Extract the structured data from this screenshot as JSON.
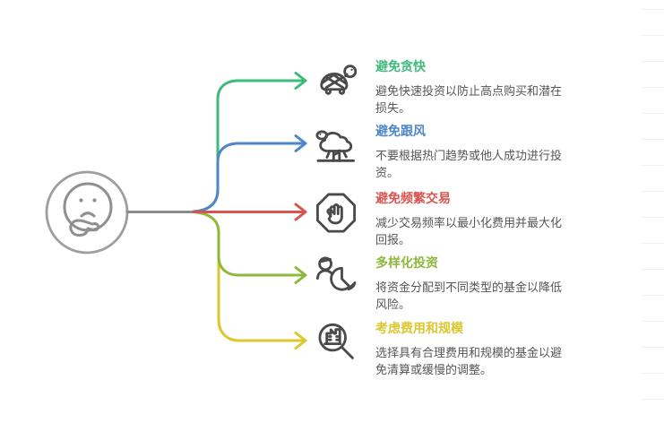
{
  "diagram": {
    "center": {
      "icon": "thinking-face"
    },
    "colors": {
      "stem": "#8c8c8c",
      "node_ring": "#9e9e9e",
      "face": "#8f8f8f",
      "icon": "#4a4a4a",
      "description_text": "#565656"
    },
    "items": [
      {
        "title": "避免贪快",
        "desc": "避免快速投资以防止高点购买和潜在损失。",
        "color": "#3eba7c",
        "icon": "turtle-icon"
      },
      {
        "title": "避免跟风",
        "desc": "不要根据热门趋势或他人成功进行投资。",
        "color": "#4d86c6",
        "icon": "sheep-hurdle-icon"
      },
      {
        "title": "避免频繁交易",
        "desc": "减少交易频率以最小化费用并最大化回报。",
        "color": "#d8544e",
        "icon": "stop-hand-icon"
      },
      {
        "title": "多样化投资",
        "desc": "将资金分配到不同类型的基金以降低风险。",
        "color": "#8eb83d",
        "icon": "person-pie-icon"
      },
      {
        "title": "考虑费用和规模",
        "desc": "选择具有合理费用和规模的基金以避免清算或缓慢的调整。",
        "color": "#dbc72f",
        "icon": "magnifier-building-icon"
      }
    ]
  }
}
